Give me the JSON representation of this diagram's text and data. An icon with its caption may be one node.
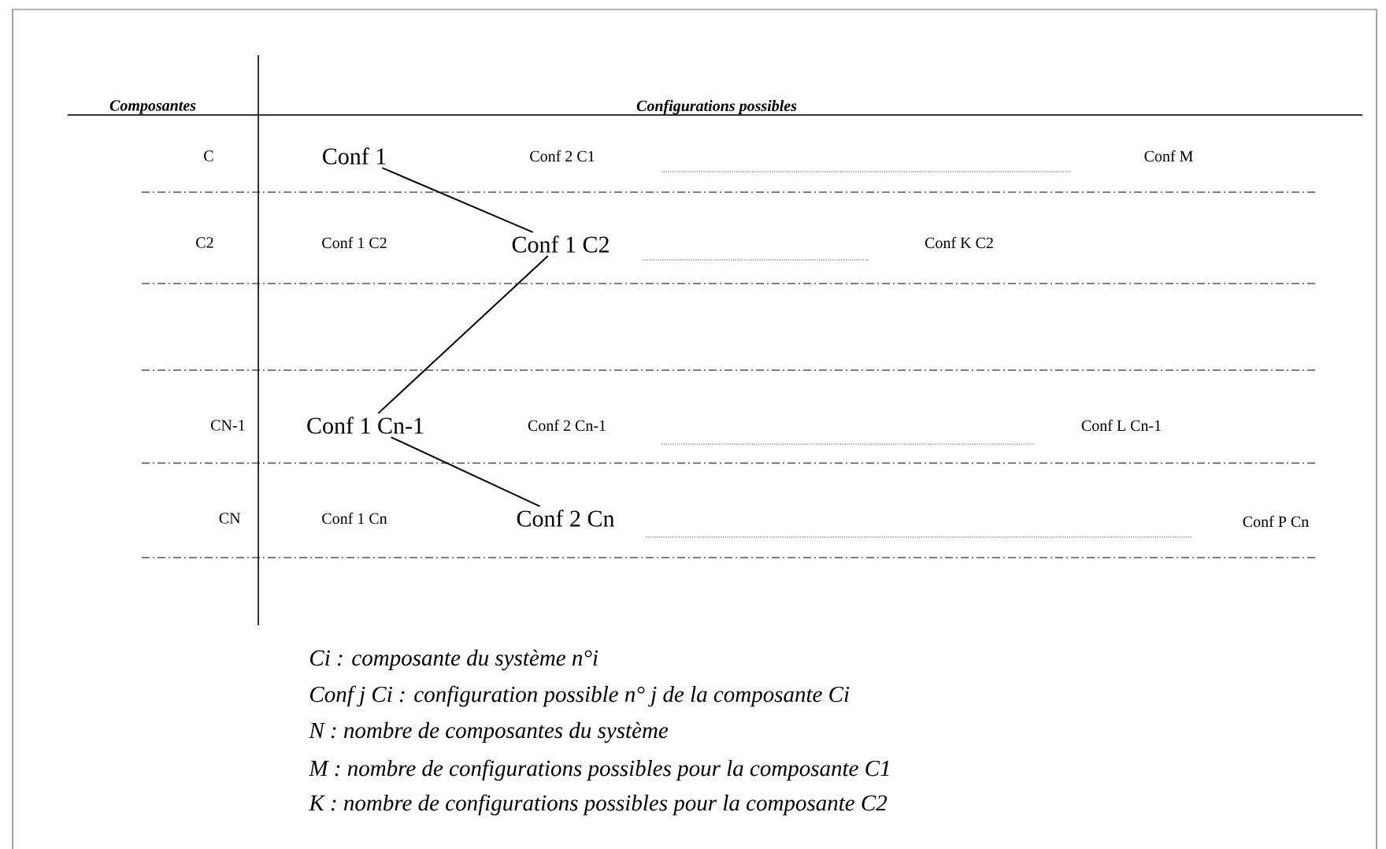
{
  "diagram": {
    "nodes": [
      {
        "text": [
          "Conf 1"
        ]
      },
      {
        "text": [
          "Conf 1 C2"
        ]
      },
      {
        "text": [
          "Conf 1 Cn-1"
        ]
      },
      {
        "text": [
          "Conf 2 Cn"
        ]
      }
    ],
    "edges": [
      {
        "from": 0,
        "to": 1,
        "arrow": "none"
      },
      {
        "from": 1,
        "to": 2,
        "arrow": "none"
      },
      {
        "from": 2,
        "to": 3,
        "arrow": "none"
      }
    ],
    "labels": [
      "Composantes",
      "Configurations possibles",
      "C",
      "Conf 2 C1",
      "Conf M",
      "C2",
      "Conf 1 C2",
      "Conf K C2",
      "CN-1",
      "Conf 2 Cn-1",
      "Conf L Cn-1",
      "CN",
      "Conf 1 Cn",
      "Conf P Cn",
      "Ci : composante du système n°i",
      "Conf j Ci : configuration possible n° j de la composante Ci",
      "N : nombre de composantes du système",
      "M : nombre de configurations possibles pour la composante C1",
      "K : nombre de configurations possibles pour la composante C2"
    ]
  }
}
